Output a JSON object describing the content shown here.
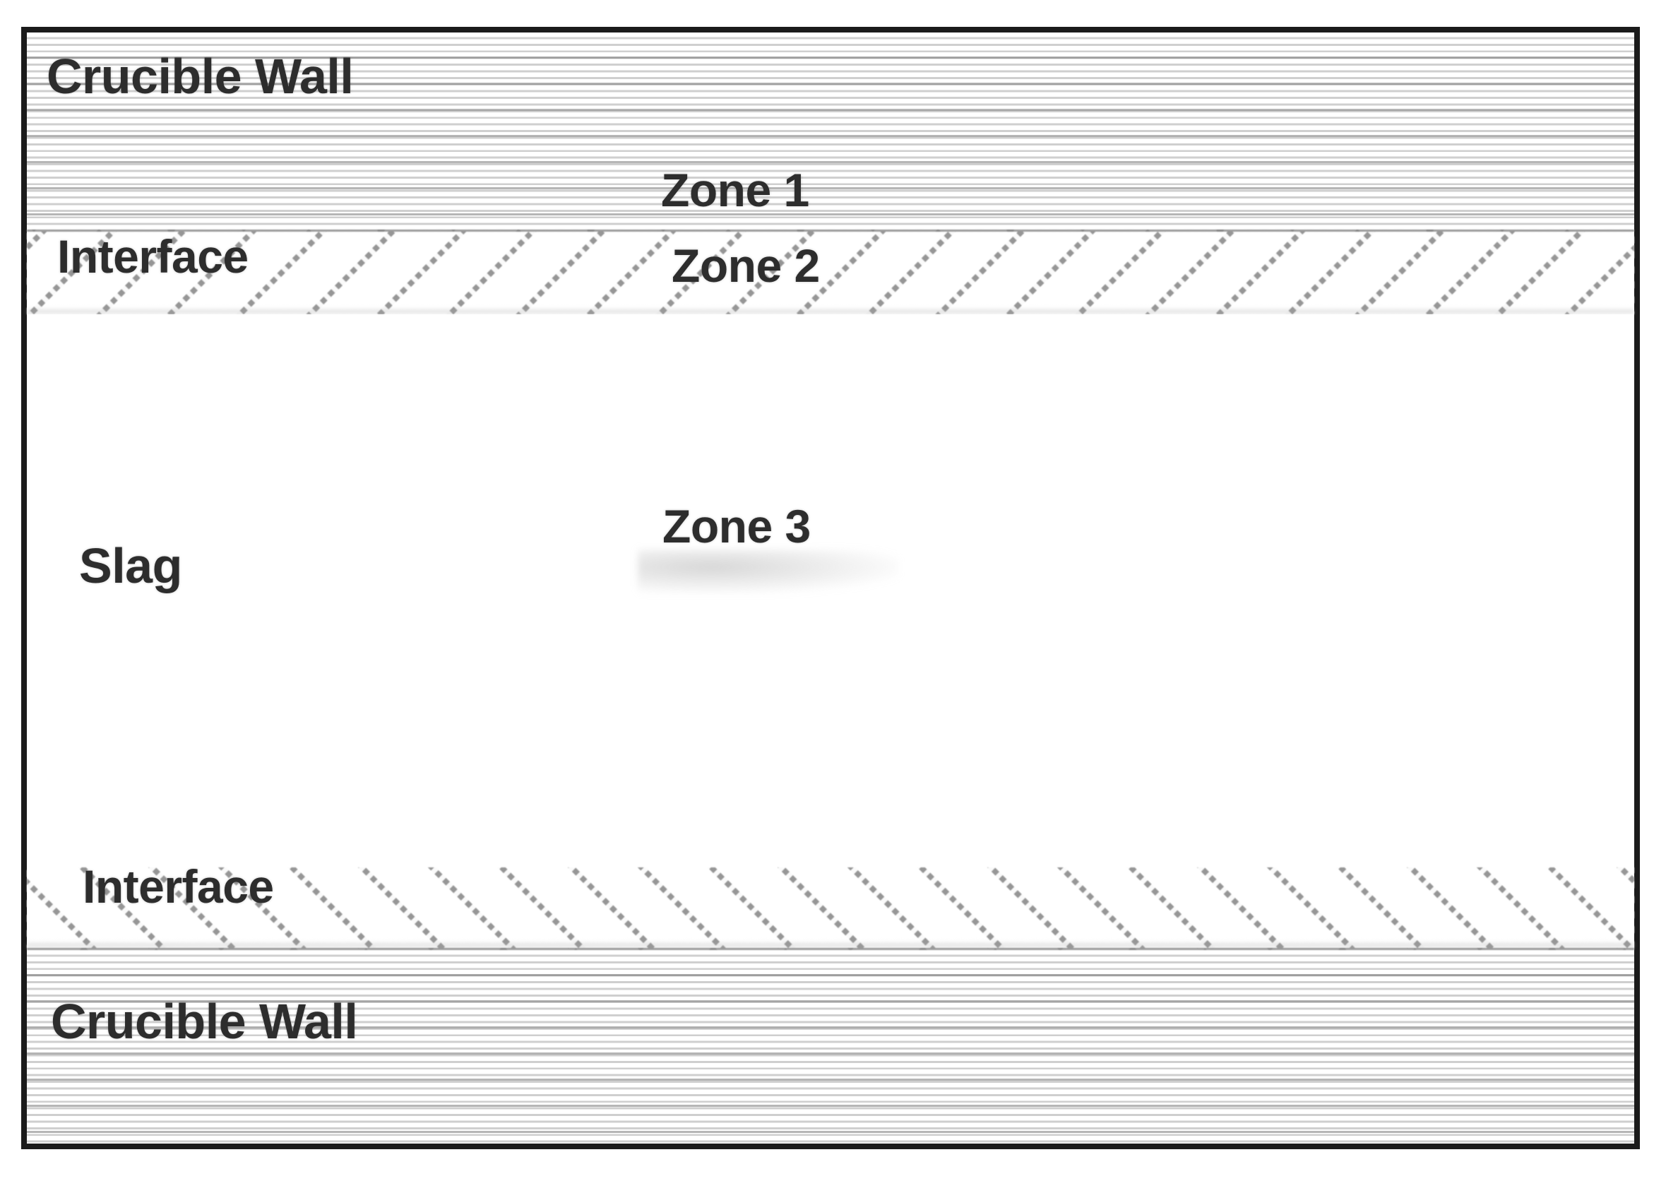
{
  "figure": {
    "regions": [
      {
        "label": "Crucible Wall",
        "zone_label": "Zone 1",
        "pattern": "horizontal-lines"
      },
      {
        "label": "Interface",
        "zone_label": "Zone 2",
        "pattern": "diagonal-hatch-forward"
      },
      {
        "label": "Slag",
        "zone_label": "Zone 3",
        "pattern": "plain-white"
      },
      {
        "label": "Interface",
        "zone_label": "",
        "pattern": "diagonal-hatch-backward"
      },
      {
        "label": "Crucible Wall",
        "zone_label": "",
        "pattern": "horizontal-lines"
      }
    ],
    "colors": {
      "border": "#1b1b1b",
      "text": "#2d2d2d",
      "ruled_line_gray": "#8c8c8c",
      "diagonal_hatch_gray": "#969696",
      "background": "#ffffff"
    }
  }
}
